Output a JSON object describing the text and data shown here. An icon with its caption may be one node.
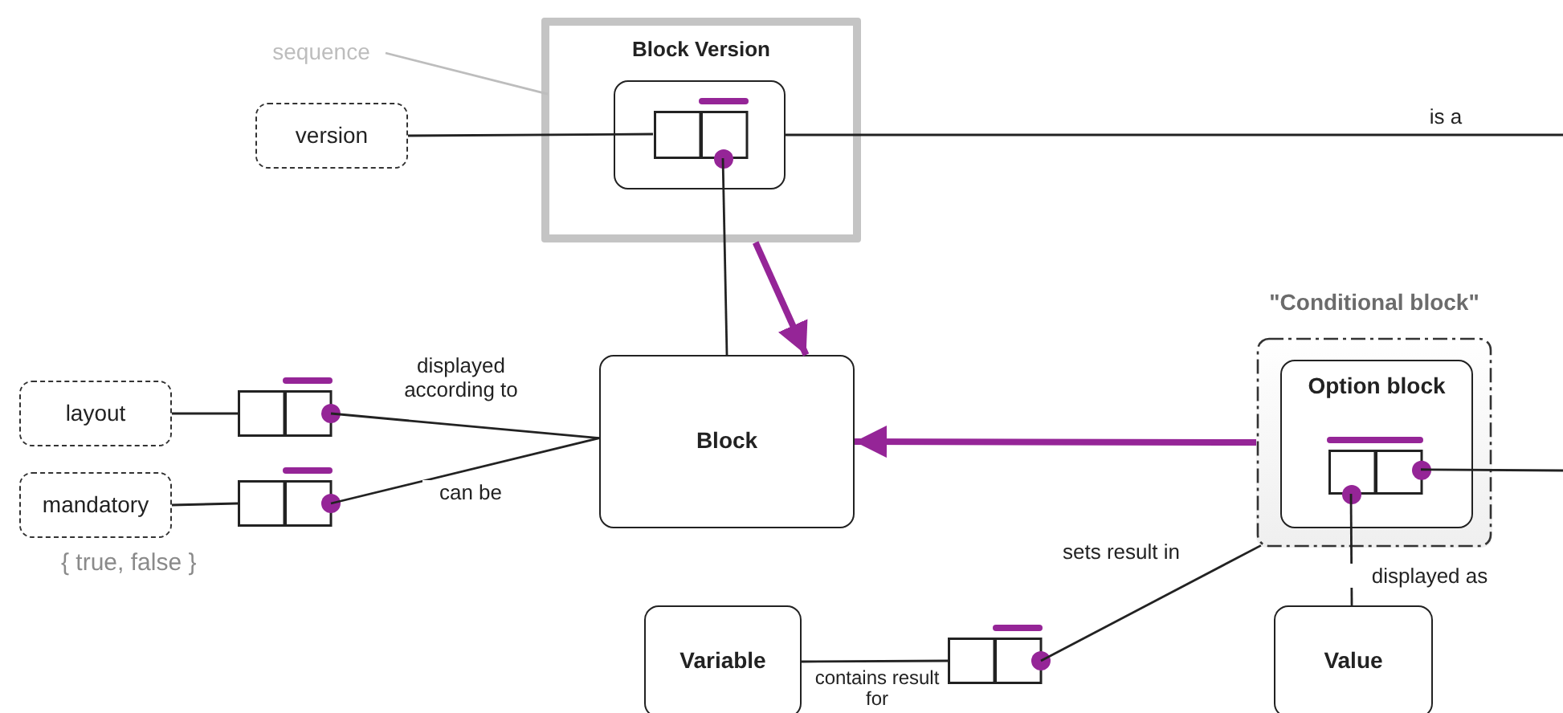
{
  "diagram": {
    "nodes": [
      {
        "text": [
          "Block Version"
        ]
      },
      {
        "text": [],
        "shape": "box",
        "in": 0
      },
      {
        "text": [],
        "shape": "box",
        "in": 1
      },
      {
        "text": [
          "version"
        ]
      },
      {
        "text": [
          "sequence"
        ]
      },
      {
        "text": [
          "layout"
        ]
      },
      {
        "text": [],
        "shape": "box"
      },
      {
        "text": [
          "mandatory"
        ],
        "beside": [
          "{ true, false }"
        ]
      },
      {
        "text": [],
        "shape": "box"
      },
      {
        "text": [
          "Block"
        ]
      },
      {
        "text": [
          "\"Conditional block\""
        ]
      },
      {
        "text": [
          "Option block"
        ],
        "in": 10
      },
      {
        "text": [],
        "shape": "box",
        "in": 11
      },
      {
        "text": [
          "Variable"
        ]
      },
      {
        "text": [],
        "shape": "box"
      },
      {
        "text": [
          "Value"
        ]
      }
    ],
    "edges": [
      {
        "from": 4,
        "to": 0,
        "arrow": "none",
        "color": "#bdbdbd"
      },
      {
        "from": 3,
        "to": 2,
        "arrow": "none"
      },
      {
        "from": 1,
        "to": null,
        "arrow": "none",
        "label": "is a"
      },
      {
        "from": 2,
        "to": 9,
        "arrow": "none"
      },
      {
        "from": 0,
        "to": 9,
        "arrow": "to",
        "style": "thick",
        "color": "#952597"
      },
      {
        "from": 5,
        "to": 6,
        "arrow": "none"
      },
      {
        "from": 6,
        "to": 9,
        "arrow": "none",
        "label": "displayed according to"
      },
      {
        "from": 7,
        "to": 8,
        "arrow": "none"
      },
      {
        "from": 8,
        "to": 9,
        "arrow": "none",
        "label": "can be"
      },
      {
        "from": 10,
        "to": 9,
        "arrow": "to",
        "style": "thick",
        "color": "#952597"
      },
      {
        "from": 12,
        "to": null,
        "arrow": "none"
      },
      {
        "from": 12,
        "to": 15,
        "arrow": "none",
        "label": "displayed as"
      },
      {
        "from": 13,
        "to": 14,
        "arrow": "none",
        "label": "contains result for"
      },
      {
        "from": 14,
        "to": 10,
        "arrow": "none",
        "label": "sets result in"
      }
    ]
  }
}
